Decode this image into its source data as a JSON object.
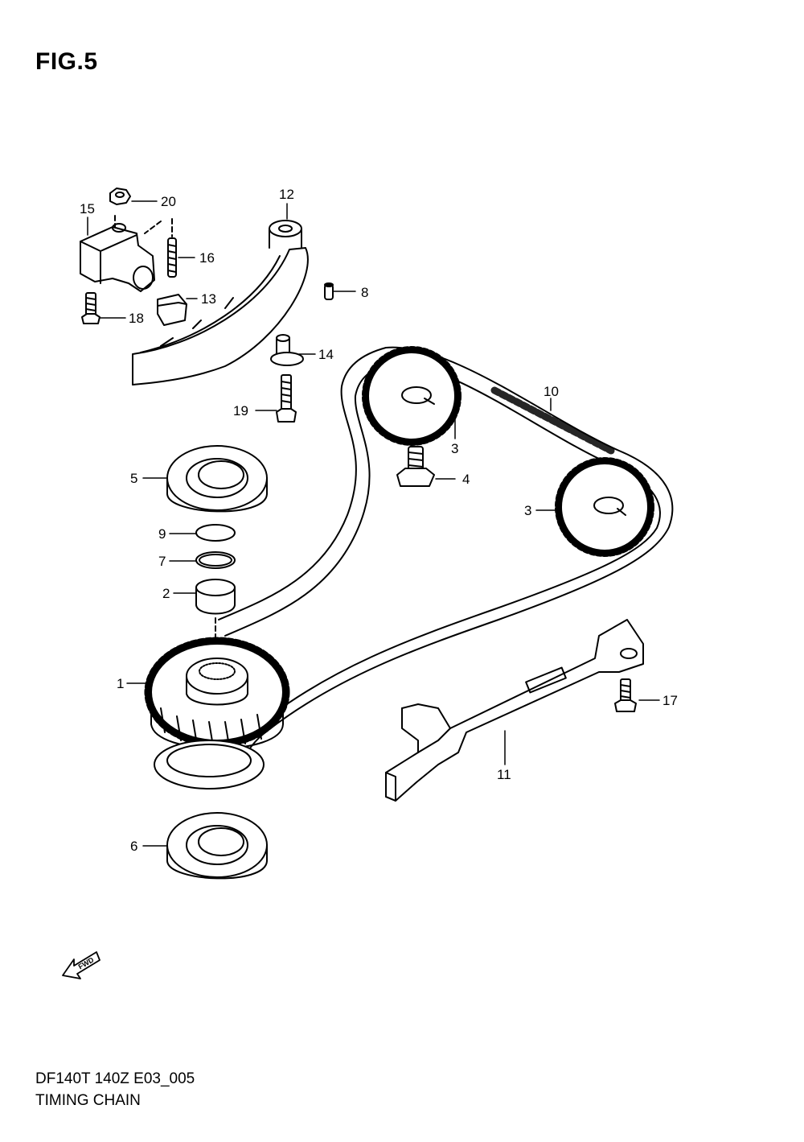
{
  "figure": {
    "title": "FIG.5"
  },
  "footer": {
    "model_code": "DF140T 140Z E03_005",
    "section_name": "TIMING CHAIN"
  },
  "forward_marker": {
    "text": "FWD",
    "icon": "forward-arrow-icon"
  },
  "callouts": [
    {
      "id": "c1",
      "text": "1"
    },
    {
      "id": "c2",
      "text": "2"
    },
    {
      "id": "c3a",
      "text": "3"
    },
    {
      "id": "c3b",
      "text": "3"
    },
    {
      "id": "c4",
      "text": "4"
    },
    {
      "id": "c5",
      "text": "5"
    },
    {
      "id": "c6",
      "text": "6"
    },
    {
      "id": "c7",
      "text": "7"
    },
    {
      "id": "c8",
      "text": "8"
    },
    {
      "id": "c9",
      "text": "9"
    },
    {
      "id": "c10",
      "text": "10"
    },
    {
      "id": "c11",
      "text": "11"
    },
    {
      "id": "c12",
      "text": "12"
    },
    {
      "id": "c13",
      "text": "13"
    },
    {
      "id": "c14",
      "text": "14"
    },
    {
      "id": "c15",
      "text": "15"
    },
    {
      "id": "c16",
      "text": "16"
    },
    {
      "id": "c17",
      "text": "17"
    },
    {
      "id": "c18",
      "text": "18"
    },
    {
      "id": "c19",
      "text": "19"
    },
    {
      "id": "c20",
      "text": "20"
    }
  ]
}
